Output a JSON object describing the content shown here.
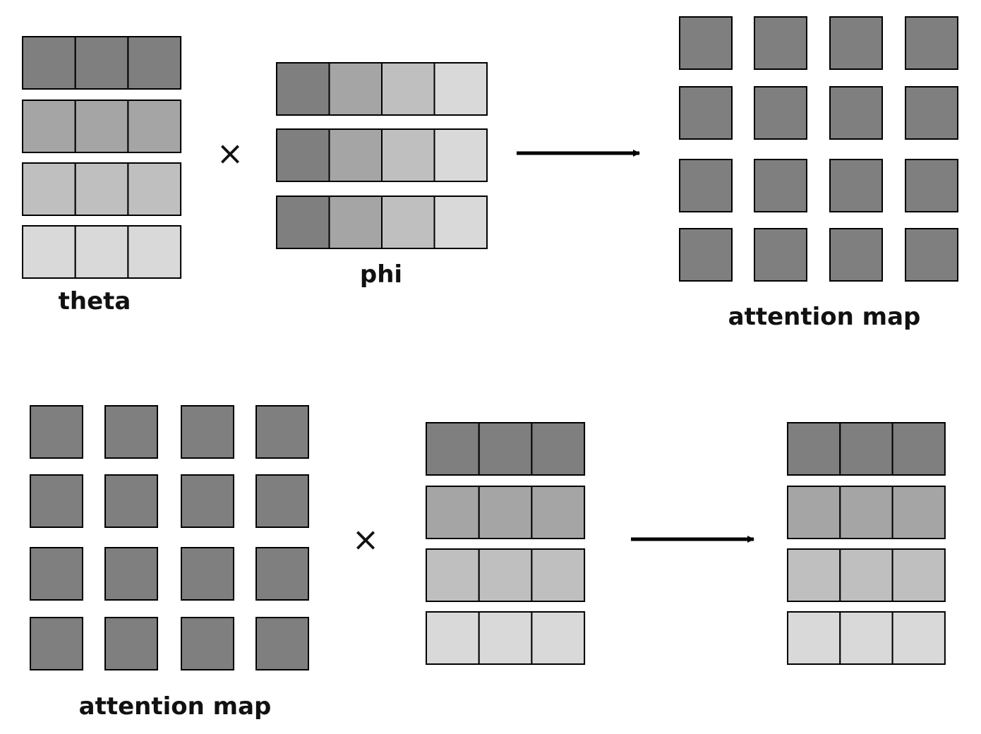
{
  "colors": {
    "shade_dark": "#7f7f7f",
    "shade_mid": "#a5a5a5",
    "shade_light": "#bfbfbf",
    "shade_lightest": "#d9d9d9",
    "cell_stroke": "#000000",
    "arrow": "#000000"
  },
  "top_row": {
    "theta": {
      "label": "theta",
      "rows": [
        [
          "shade_dark",
          "shade_dark",
          "shade_dark"
        ],
        [
          "shade_mid",
          "shade_mid",
          "shade_mid"
        ],
        [
          "shade_light",
          "shade_light",
          "shade_light"
        ],
        [
          "shade_lightest",
          "shade_lightest",
          "shade_lightest"
        ]
      ]
    },
    "operator": "×",
    "phi": {
      "label": "phi",
      "rows": [
        [
          "shade_dark",
          "shade_mid",
          "shade_light",
          "shade_lightest"
        ],
        [
          "shade_dark",
          "shade_mid",
          "shade_light",
          "shade_lightest"
        ],
        [
          "shade_dark",
          "shade_mid",
          "shade_light",
          "shade_lightest"
        ]
      ]
    },
    "result": {
      "label": "attention map",
      "rows": 4,
      "cols": 4,
      "shade": "shade_dark"
    }
  },
  "bottom_row": {
    "attention_map": {
      "label": "attention map",
      "rows": 4,
      "cols": 4,
      "shade": "shade_dark"
    },
    "operator": "×",
    "input": {
      "rows": [
        [
          "shade_dark",
          "shade_dark",
          "shade_dark"
        ],
        [
          "shade_mid",
          "shade_mid",
          "shade_mid"
        ],
        [
          "shade_light",
          "shade_light",
          "shade_light"
        ],
        [
          "shade_lightest",
          "shade_lightest",
          "shade_lightest"
        ]
      ]
    },
    "output": {
      "rows": [
        [
          "shade_dark",
          "shade_dark",
          "shade_dark"
        ],
        [
          "shade_mid",
          "shade_mid",
          "shade_mid"
        ],
        [
          "shade_light",
          "shade_light",
          "shade_light"
        ],
        [
          "shade_lightest",
          "shade_lightest",
          "shade_lightest"
        ]
      ]
    }
  }
}
